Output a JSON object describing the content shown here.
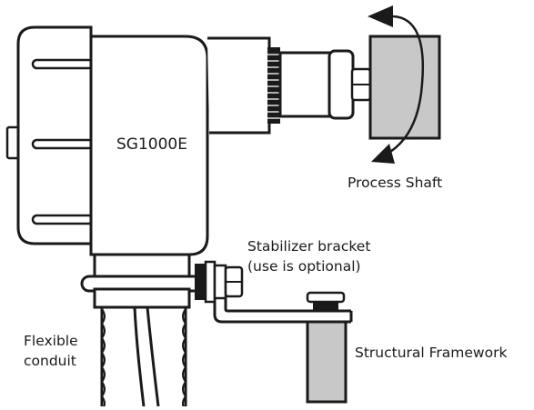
{
  "device": {
    "model_label": "SG1000E"
  },
  "labels": {
    "process_shaft": "Process Shaft",
    "bracket_line1": "Stabilizer bracket",
    "bracket_line2": "(use is optional)",
    "framework": "Structural Framework",
    "conduit_line1": "Flexible",
    "conduit_line2": "conduit"
  },
  "colors": {
    "outline": "#1a1a1a",
    "body_fill": "#ffffff",
    "shaft_fill": "#c8c8c8",
    "dark_fill": "#1a1a1a"
  }
}
